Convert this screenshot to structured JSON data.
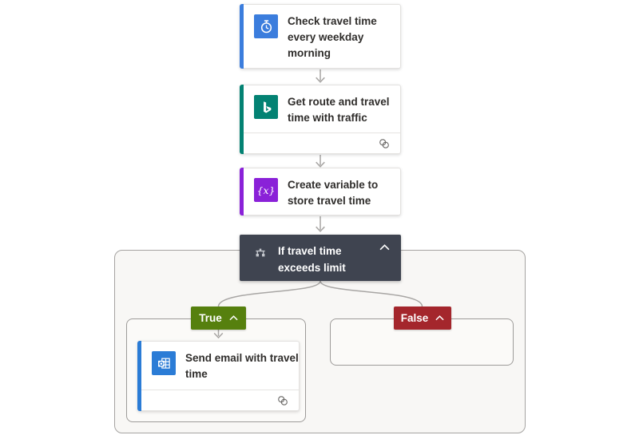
{
  "flow": {
    "trigger": {
      "title": "Check travel time every weekday morning",
      "title_lines": [
        "Check travel time",
        "every weekday",
        "morning"
      ],
      "icon": "recurrence-clock-icon",
      "color": "#3b7ddd"
    },
    "get_route": {
      "title": "Get route and travel time with traffic",
      "title_lines": [
        "Get route and travel",
        "time with traffic"
      ],
      "icon": "bing-maps-icon",
      "color": "#038273",
      "footer_icon": "connection-rings-icon"
    },
    "create_variable": {
      "title": "Create variable to store travel time",
      "title_lines": [
        "Create variable to",
        "store travel time"
      ],
      "icon": "variable-icon",
      "variable_glyph": "{x}",
      "color": "#8a21d8"
    },
    "condition": {
      "title": "If travel time exceeds limit",
      "title_lines": [
        "If travel time",
        "exceeds limit"
      ],
      "icon": "condition-branch-icon",
      "collapse_icon": "chevron-up-icon",
      "color": "#3f4450"
    },
    "true_branch": {
      "label": "True",
      "color": "#56800e",
      "collapse_icon": "chevron-up-icon"
    },
    "false_branch": {
      "label": "False",
      "color": "#a4262c",
      "collapse_icon": "chevron-up-icon"
    },
    "send_email": {
      "title": "Send email with travel time",
      "title_lines": [
        "Send email with travel",
        "time"
      ],
      "icon": "outlook-icon",
      "color": "#2b7cd6",
      "footer_icon": "connection-rings-icon"
    }
  },
  "style": {
    "connector_color": "#a8a6a4",
    "scope_background": "#f8f7f5",
    "scope_border": "#a5a3a1",
    "inner_scope_border": "#9d9b99",
    "card_border": "#e3e1df",
    "title_color": "#2f2d2b"
  }
}
